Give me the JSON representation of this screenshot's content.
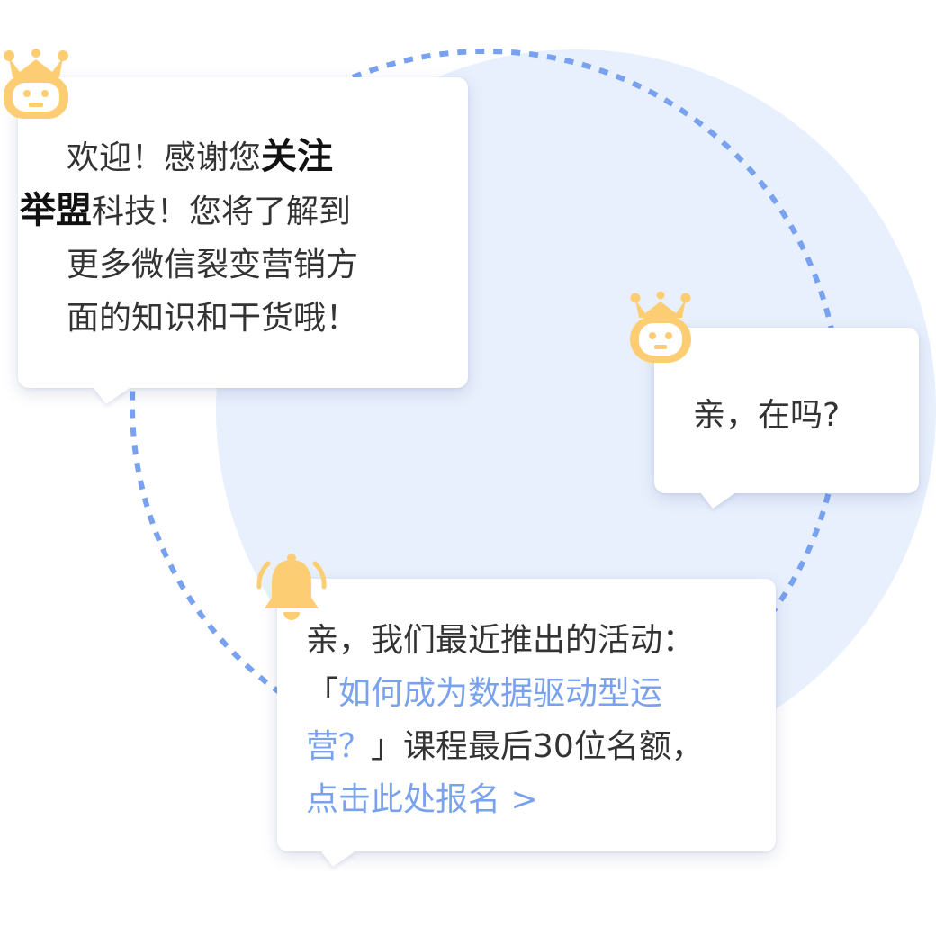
{
  "colors": {
    "background": "#ffffff",
    "circle_fill": "#e8f0fd",
    "dashed_ring": "#78a1ef",
    "icon_yellow": "#fccd72",
    "text_main": "#333333",
    "text_bold": "#111111",
    "link": "#7aa2ec"
  },
  "icons": {
    "robot": "robot-icon",
    "bell": "bell-icon"
  },
  "welcome_message": {
    "line1_prefix": "欢迎！感谢您",
    "line1_bold": "关注",
    "line2_bold": "举盟",
    "line2_suffix": "科技！您将了解到",
    "line3": "更多微信裂变营销方",
    "line4": "面的知识和干货哦！"
  },
  "greeting_message": {
    "text": "亲，在吗?"
  },
  "promo_message": {
    "line1": "亲，我们最近推出的活动：",
    "line2_open_bracket": "「",
    "line2_link": "如何成为数据驱动型运",
    "line3_link": "营？",
    "line3_suffix": "」课程最后30位名额，",
    "line4_link": "点击此处报名 >"
  }
}
